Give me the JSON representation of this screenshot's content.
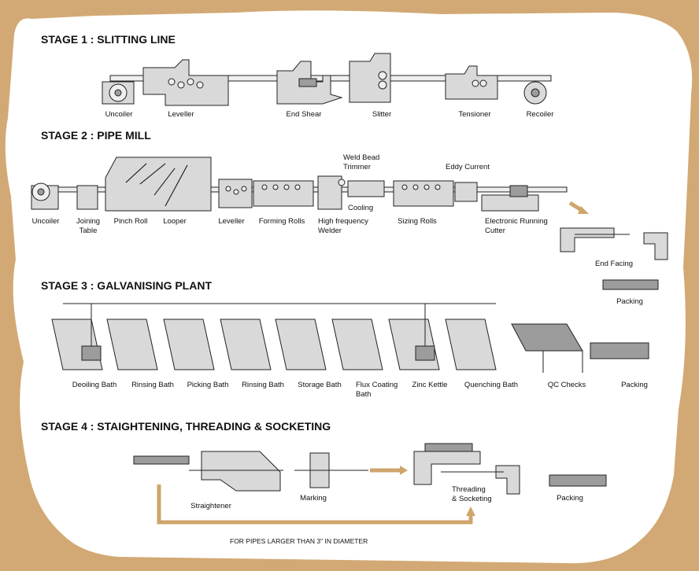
{
  "colors": {
    "background": "#d2a974",
    "panel": "#ffffff",
    "arrow": "#cfa56b",
    "machine": "#d9d9d9",
    "dark": "#9c9c9c"
  },
  "stage1": {
    "title": "STAGE 1 : SLITTING LINE",
    "labels": [
      "Uncoiler",
      "Leveller",
      "End Shear",
      "Slitter",
      "Tensioner",
      "Recoiler"
    ]
  },
  "stage2": {
    "title": "STAGE 2 : PIPE MILL",
    "labels": {
      "uncoiler": "Uncoiler",
      "joining_1": "Joining",
      "joining_2": "Table",
      "pinch_roll": "Pinch Roll",
      "looper": "Looper",
      "leveller": "Leveller",
      "forming_rolls": "Forming Rolls",
      "hf_1": "High frequency",
      "hf_2": "Welder",
      "weld_1": "Weld Bead",
      "weld_2": "Trimmer",
      "cooling": "Cooling",
      "eddy": "Eddy Current",
      "sizing_rolls": "Sizing Rolls",
      "cutter_1": "Electronic Running",
      "cutter_2": "Cutter",
      "end_facing": "End Facing",
      "packing": "Packing"
    }
  },
  "stage3": {
    "title": "STAGE 3 : GALVANISING PLANT",
    "labels": {
      "deoiling": "Deoiling Bath",
      "rinsing1": "Rinsing Bath",
      "picking": "Picking Bath",
      "rinsing2": "Rinsing Bath",
      "storage": "Storage Bath",
      "flux_1": "Flux Coating",
      "flux_2": "Bath",
      "zinc": "Zinc Kettle",
      "quenching": "Quenching Bath",
      "qc": "QC Checks",
      "packing": "Packing"
    }
  },
  "stage4": {
    "title": "STAGE 4 : STAIGHTENING, THREADING & SOCKETING",
    "labels": {
      "straightener": "Straightener",
      "marking": "Marking",
      "threading_1": "Threading",
      "threading_2": "& Socketing",
      "packing": "Packing"
    },
    "note": "FOR PIPES LARGER THAN 3\" IN DIAMETER"
  }
}
